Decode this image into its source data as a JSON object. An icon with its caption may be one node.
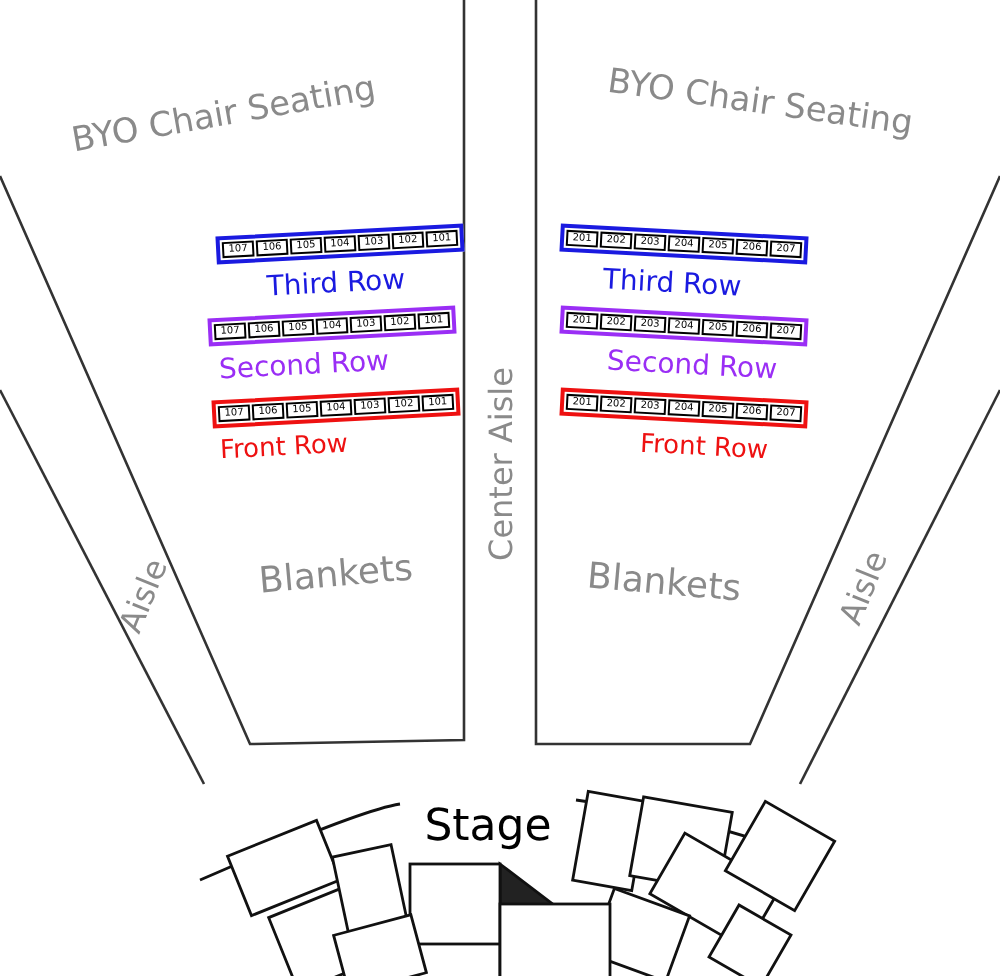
{
  "diagram": {
    "nodes": [
      {
        "text": [],
        "shape": "box"
      },
      {
        "text": [
          "107"
        ],
        "in": 0
      },
      {
        "text": [
          "106"
        ],
        "in": 0
      },
      {
        "text": [
          "105"
        ],
        "in": 0
      },
      {
        "text": [
          "104"
        ],
        "in": 0
      },
      {
        "text": [
          "103"
        ],
        "in": 0
      },
      {
        "text": [
          "102"
        ],
        "in": 0
      },
      {
        "text": [
          "101"
        ],
        "in": 0
      },
      {
        "text": [],
        "shape": "box"
      },
      {
        "text": [
          "107"
        ],
        "in": 8
      },
      {
        "text": [
          "106"
        ],
        "in": 8
      },
      {
        "text": [
          "105"
        ],
        "in": 8
      },
      {
        "text": [
          "104"
        ],
        "in": 8
      },
      {
        "text": [
          "103"
        ],
        "in": 8
      },
      {
        "text": [
          "102"
        ],
        "in": 8
      },
      {
        "text": [
          "101"
        ],
        "in": 8
      },
      {
        "text": [],
        "shape": "box"
      },
      {
        "text": [
          "107"
        ],
        "in": 16
      },
      {
        "text": [
          "106"
        ],
        "in": 16
      },
      {
        "text": [
          "105"
        ],
        "in": 16
      },
      {
        "text": [
          "104"
        ],
        "in": 16
      },
      {
        "text": [
          "103"
        ],
        "in": 16
      },
      {
        "text": [
          "102"
        ],
        "in": 16
      },
      {
        "text": [
          "101"
        ],
        "in": 16
      },
      {
        "text": [],
        "shape": "box"
      },
      {
        "text": [
          "201"
        ],
        "in": 24
      },
      {
        "text": [
          "202"
        ],
        "in": 24
      },
      {
        "text": [
          "203"
        ],
        "in": 24
      },
      {
        "text": [
          "204"
        ],
        "in": 24
      },
      {
        "text": [
          "205"
        ],
        "in": 24
      },
      {
        "text": [
          "206"
        ],
        "in": 24
      },
      {
        "text": [
          "207"
        ],
        "in": 24
      },
      {
        "text": [],
        "shape": "box"
      },
      {
        "text": [
          "201"
        ],
        "in": 32
      },
      {
        "text": [
          "202"
        ],
        "in": 32
      },
      {
        "text": [
          "203"
        ],
        "in": 32
      },
      {
        "text": [
          "204"
        ],
        "in": 32
      },
      {
        "text": [
          "205"
        ],
        "in": 32
      },
      {
        "text": [
          "206"
        ],
        "in": 32
      },
      {
        "text": [
          "207"
        ],
        "in": 32
      },
      {
        "text": [],
        "shape": "box"
      },
      {
        "text": [
          "201"
        ],
        "in": 40
      },
      {
        "text": [
          "202"
        ],
        "in": 40
      },
      {
        "text": [
          "203"
        ],
        "in": 40
      },
      {
        "text": [
          "204"
        ],
        "in": 40
      },
      {
        "text": [
          "205"
        ],
        "in": 40
      },
      {
        "text": [
          "206"
        ],
        "in": 40
      },
      {
        "text": [
          "207"
        ],
        "in": 40
      }
    ],
    "labels": [
      "BYO Chair Seating",
      "BYO Chair Seating",
      "Third Row",
      "Third Row",
      "Second Row",
      "Second Row",
      "Front Row",
      "Front Row",
      "Center Aisle",
      "Aisle",
      "Blankets",
      "Blankets",
      "Aisle",
      "Stage"
    ]
  }
}
